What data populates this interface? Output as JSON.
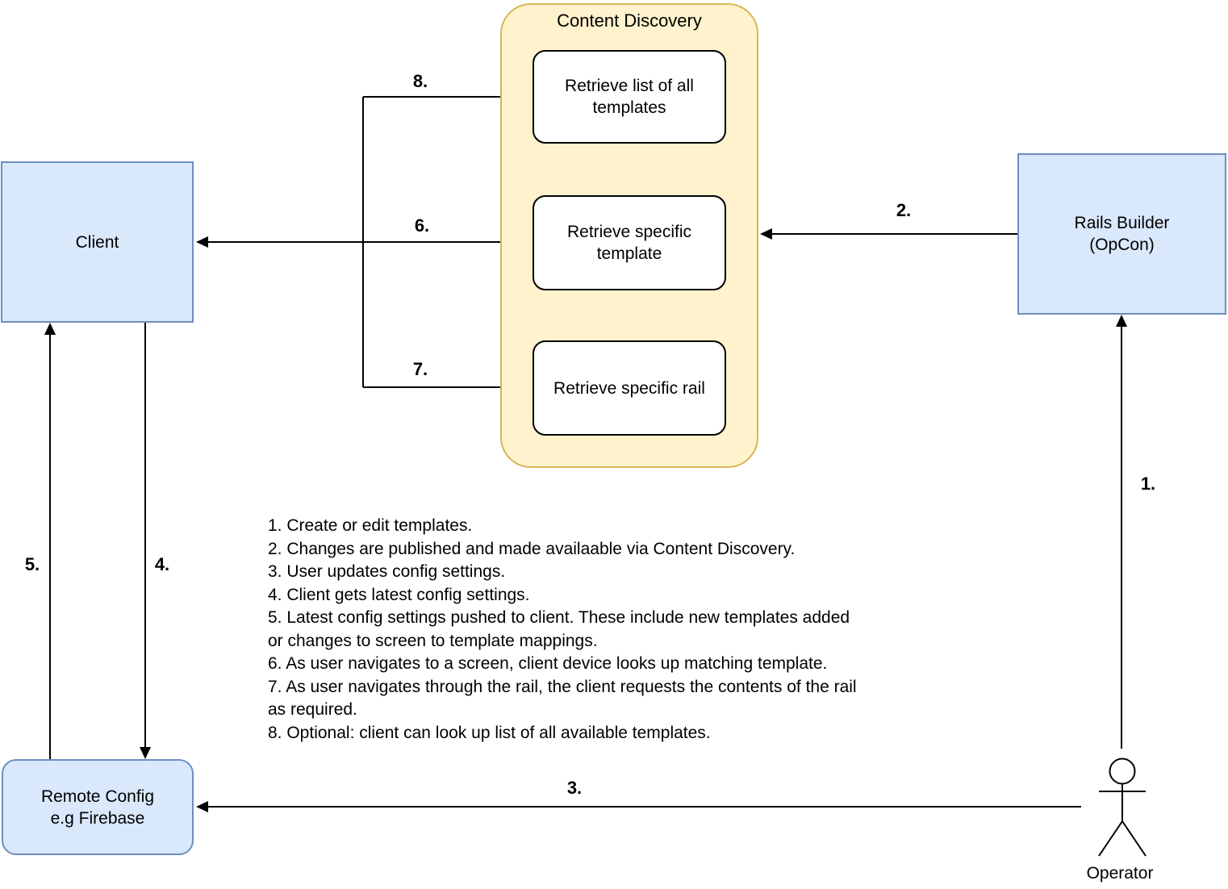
{
  "nodes": {
    "client": "Client",
    "rails_builder": "Rails Builder\n(OpCon)",
    "remote_config": "Remote Config\ne.g Firebase",
    "operator": "Operator"
  },
  "content_discovery": {
    "title": "Content Discovery",
    "items": [
      "Retrieve list of all\ntemplates",
      "Retrieve specific\ntemplate",
      "Retrieve specific rail"
    ]
  },
  "arrow_labels": {
    "n1": "1.",
    "n2": "2.",
    "n3": "3.",
    "n4": "4.",
    "n5": "5.",
    "n6": "6.",
    "n7": "7.",
    "n8": "8."
  },
  "notes": [
    "1. Create or edit templates.",
    "2. Changes are published and made availaable via Content Discovery.",
    "3. User updates config settings.",
    "4. Client gets latest config settings.",
    "5. Latest config settings pushed to client. These include new templates added\nor changes to screen to template mappings.",
    "6. As user navigates to a screen, client device looks up matching template.",
    "7. As user navigates through the rail, the client requests the contents of the rail\nas required.",
    "8. Optional: client can look up list of all available templates."
  ],
  "colors": {
    "node_fill": "#dae8fc",
    "node_border": "#6c8ebf",
    "container_fill": "#fff2cc",
    "container_border": "#d6b656",
    "line": "#000000"
  }
}
